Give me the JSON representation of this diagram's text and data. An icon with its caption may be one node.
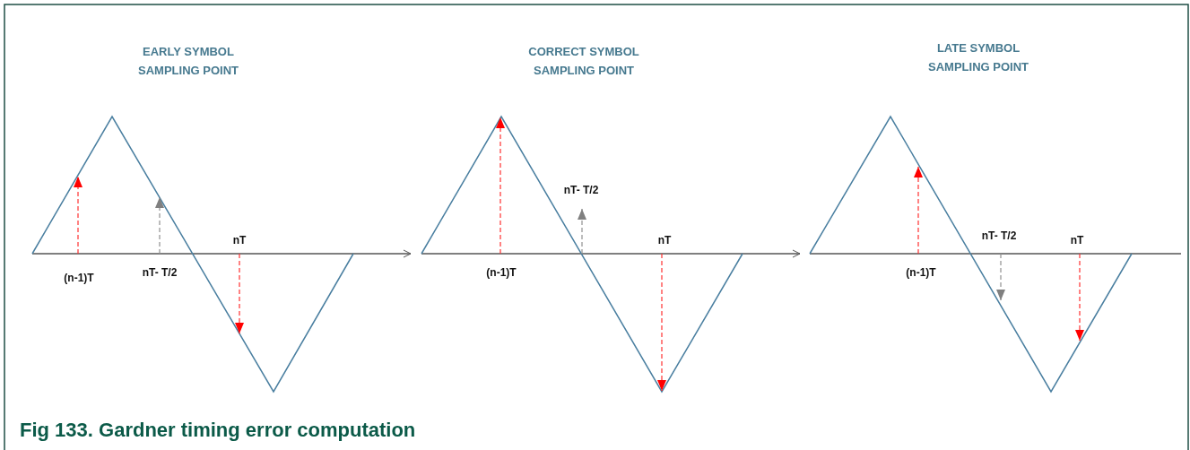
{
  "diagram": {
    "caption": "Fig 133. Gardner timing error computation",
    "labels": [
      "EARLY SYMBOL SAMPLING POINT",
      "nT",
      "(n-1)T",
      "nT- T/2",
      "CORRECT SYMBOL SAMPLING POINT",
      "nT- T/2",
      "nT",
      "(n-1)T",
      "LATE SYMBOL SAMPLING POINT",
      "nT- T/2",
      "nT",
      "(n-1)T"
    ]
  }
}
